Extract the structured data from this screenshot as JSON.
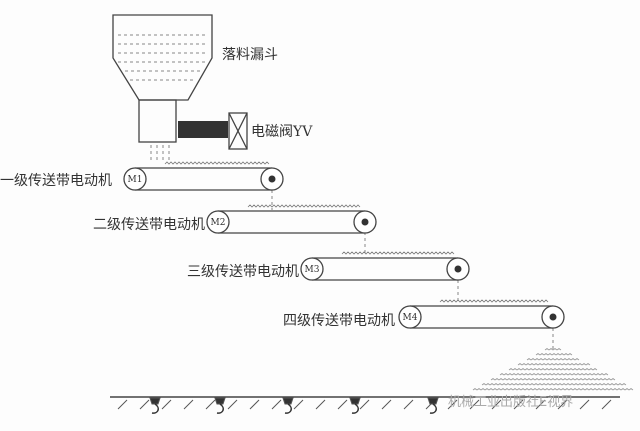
{
  "labels": {
    "hopper": "落料漏斗",
    "valve": "电磁阀YV",
    "belt1": "一级传送带电动机",
    "belt2": "二级传送带电动机",
    "belt3": "三级传送带电动机",
    "belt4": "四级传送带电动机"
  },
  "motors": [
    "M1",
    "M2",
    "M3",
    "M4"
  ],
  "watermark": "机械工业出版社E视界"
}
